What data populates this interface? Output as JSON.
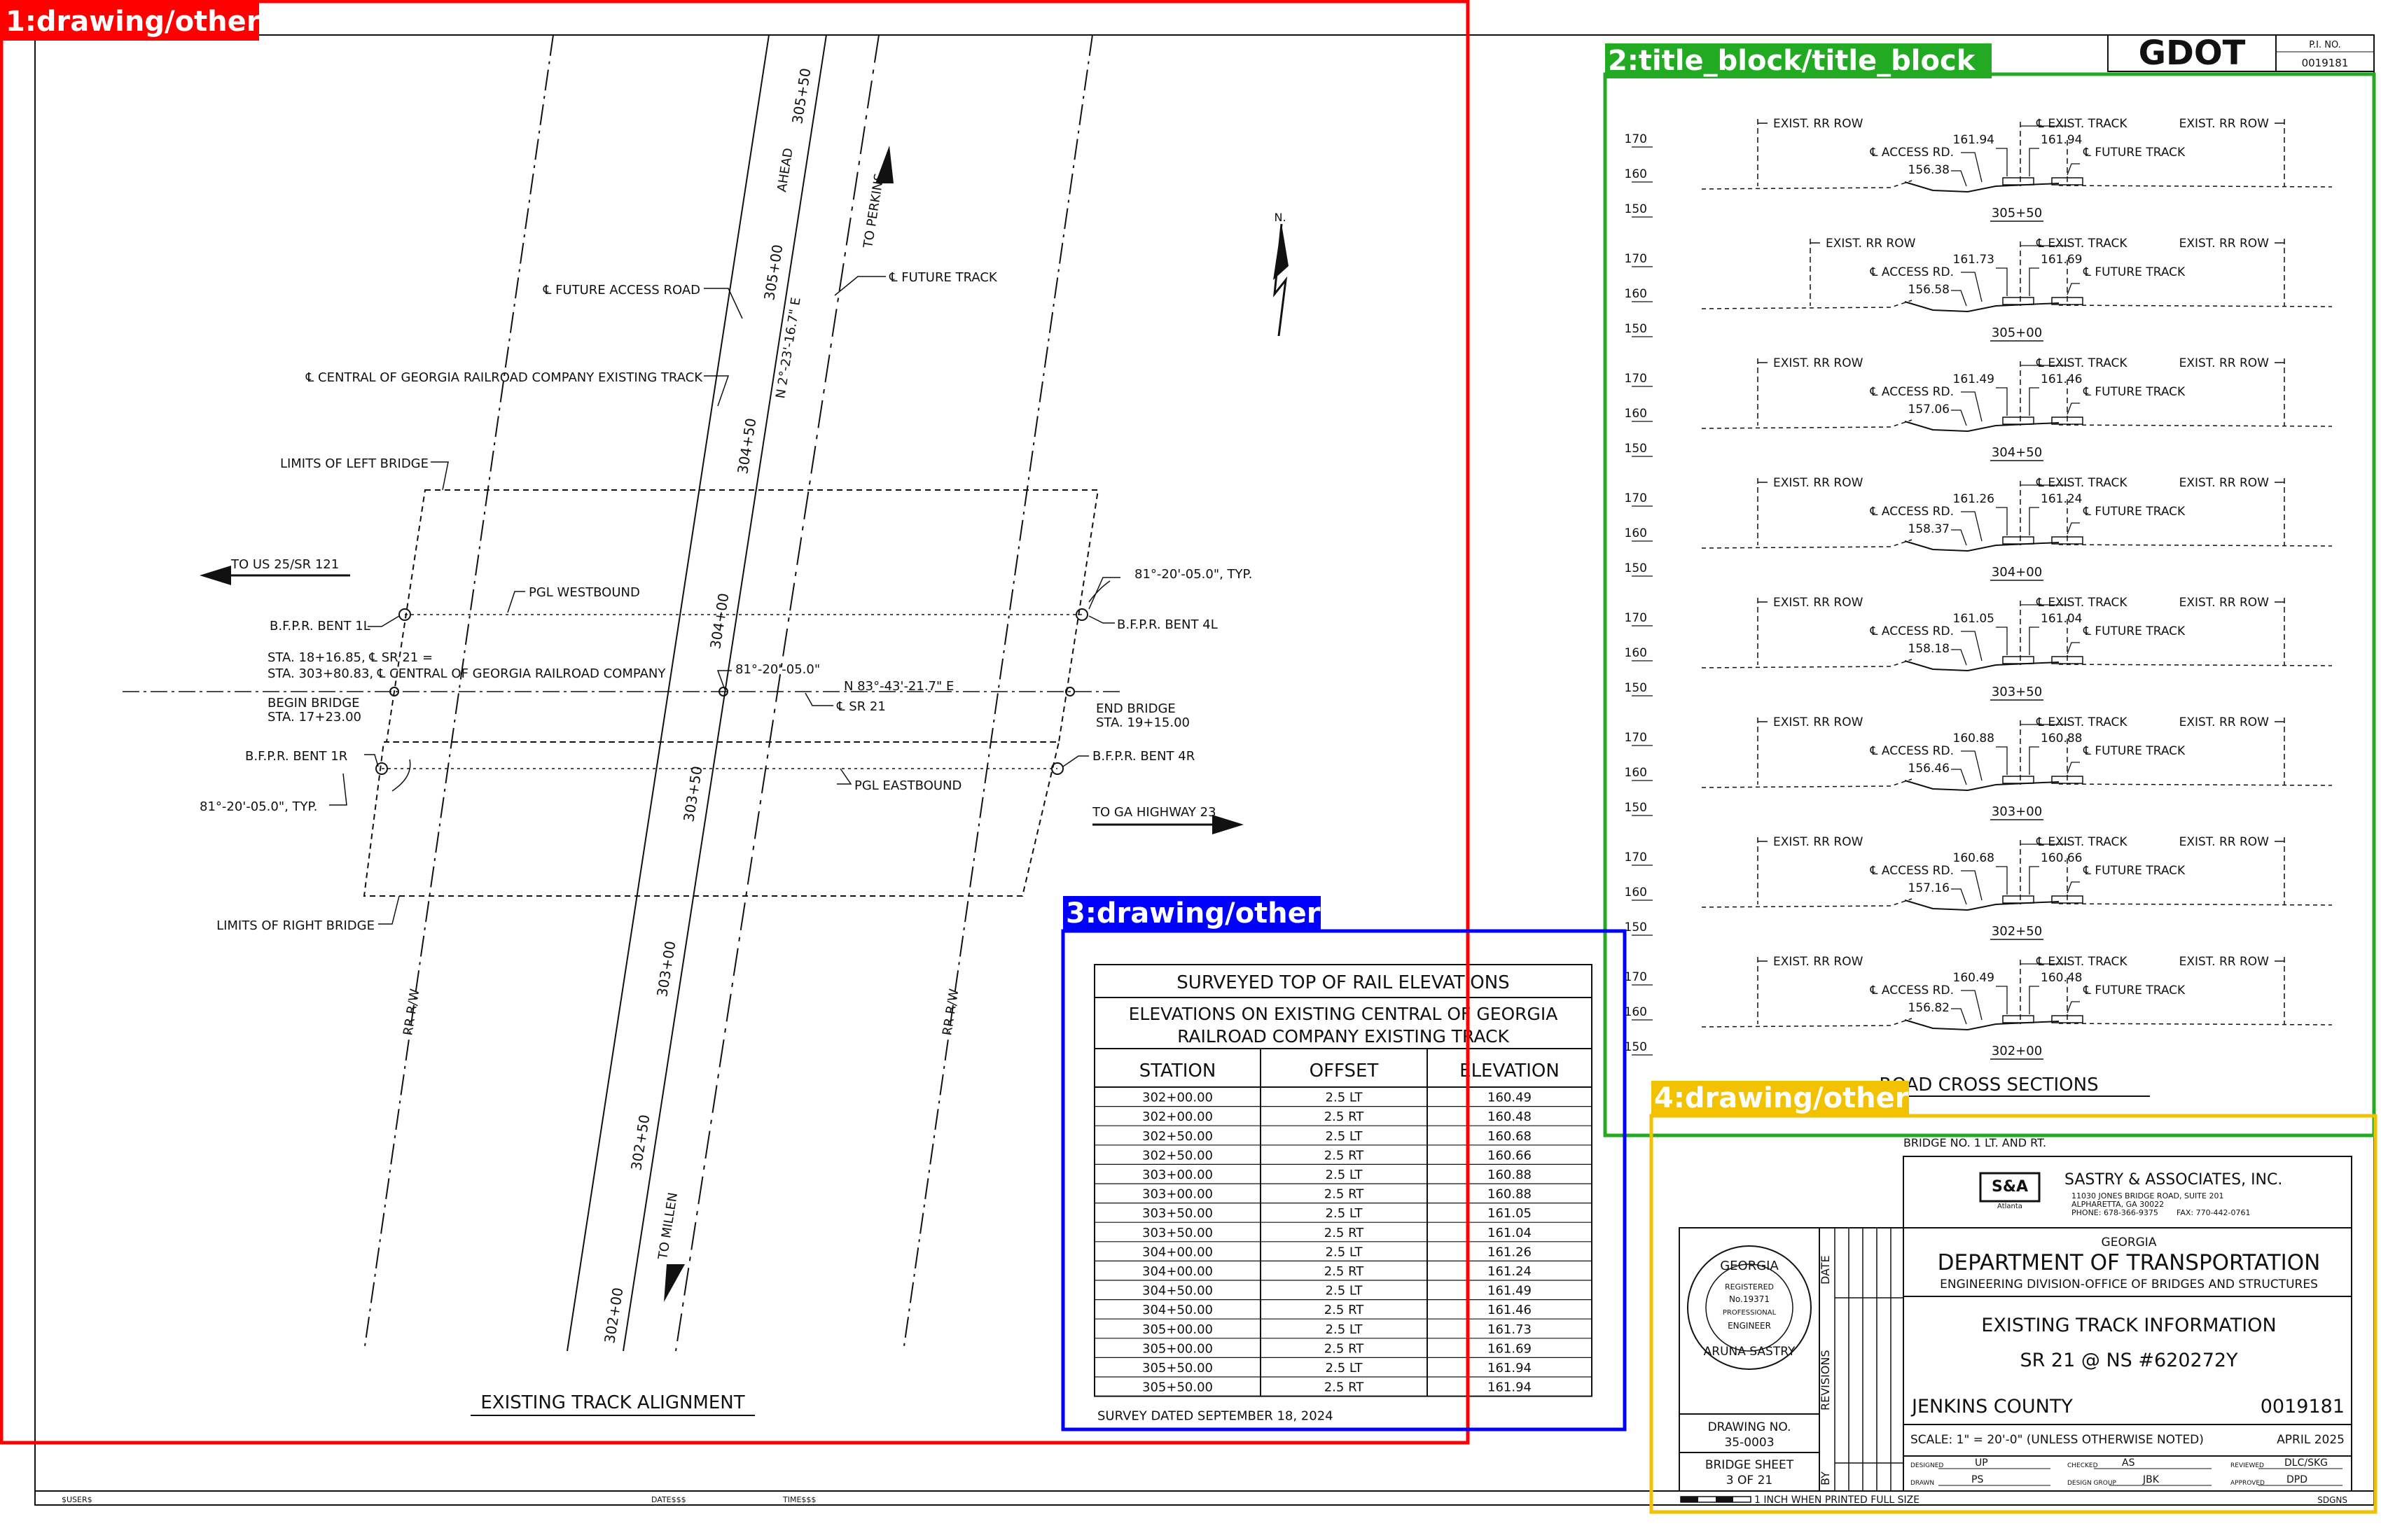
{
  "region_labels": [
    {
      "text": "1:drawing/other",
      "color": "#ff0000"
    },
    {
      "text": "2:title_block/title_block",
      "color": "#22aa22"
    },
    {
      "text": "3:drawing/other",
      "color": "#0000ff"
    },
    {
      "text": "4:drawing/other",
      "color": "#f2c200"
    }
  ],
  "header": {
    "logo": "GDOT",
    "pi_label": "P.I. NO.",
    "pi_number": "0019181"
  },
  "alignment": {
    "title": "EXISTING TRACK ALIGNMENT",
    "north": "N.",
    "labels": {
      "future_access_road": "℄ FUTURE ACCESS ROAD",
      "future_track": "℄ FUTURE TRACK",
      "central_existing_track": "℄ CENTRAL OF GEORGIA RAILROAD COMPANY EXISTING TRACK",
      "limits_left_bridge": "LIMITS OF LEFT BRIDGE",
      "limits_right_bridge": "LIMITS OF RIGHT BRIDGE",
      "to_us25": "TO US 25/SR 121",
      "to_ga23": "TO GA HIGHWAY 23",
      "to_perkins": "TO PERKINS",
      "to_millen": "TO MILLEN",
      "pgl_westbound": "PGL WESTBOUND",
      "pgl_eastbound": "PGL EASTBOUND",
      "bent_1l": "B.F.P.R. BENT 1L",
      "bent_4l": "B.F.P.R. BENT 4L",
      "bent_1r": "B.F.P.R. BENT 1R",
      "bent_4r": "B.F.P.R. BENT 4R",
      "angle_typ_right": "81°-20'-05.0\", TYP.",
      "angle_typ_left": "81°-20'-05.0\", TYP.",
      "angle_center": "81°-20'-05.0\"",
      "sta_eq_1": "STA. 18+16.85, ℄ SR 21 =",
      "sta_eq_2": "STA. 303+80.83, ℄ CENTRAL OF GEORGIA RAILROAD COMPANY",
      "begin_bridge_1": "BEGIN BRIDGE",
      "begin_bridge_2": "STA. 17+23.00",
      "end_bridge_1": "END BRIDGE",
      "end_bridge_2": "STA. 19+15.00",
      "bearing_sr21": "N 83°-43'-21.7\" E",
      "cl_sr21": "℄ SR 21",
      "bearing_track": "N 2°-23'-16.7\" E",
      "ahead": "AHEAD",
      "rr_rw_left": "RR R/W",
      "rr_rw_right": "RR R/W",
      "stations": [
        "305+50",
        "305+00",
        "304+50",
        "304+00",
        "303+50",
        "303+00",
        "302+50",
        "302+00"
      ]
    }
  },
  "cross_sections": {
    "title": "ROAD CROSS SECTIONS",
    "labels": {
      "exist_rr_row": "EXIST. RR ROW",
      "exist_track": "℄ EXIST. TRACK",
      "access_rd": "℄ ACCESS RD.",
      "future_track": "℄ FUTURE TRACK"
    },
    "elev_ticks": [
      "170",
      "160",
      "150"
    ],
    "sections": [
      {
        "station": "305+50",
        "access_elev": "156.38",
        "left_elev": "161.94",
        "right_elev": "161.94"
      },
      {
        "station": "305+00",
        "access_elev": "156.58",
        "left_elev": "161.73",
        "right_elev": "161.69"
      },
      {
        "station": "304+50",
        "access_elev": "157.06",
        "left_elev": "161.49",
        "right_elev": "161.46"
      },
      {
        "station": "304+00",
        "access_elev": "158.37",
        "left_elev": "161.26",
        "right_elev": "161.24"
      },
      {
        "station": "303+50",
        "access_elev": "158.18",
        "left_elev": "161.05",
        "right_elev": "161.04"
      },
      {
        "station": "303+00",
        "access_elev": "156.46",
        "left_elev": "160.88",
        "right_elev": "160.88"
      },
      {
        "station": "302+50",
        "access_elev": "157.16",
        "left_elev": "160.68",
        "right_elev": "160.66"
      },
      {
        "station": "302+00",
        "access_elev": "156.82",
        "left_elev": "160.49",
        "right_elev": "160.48"
      }
    ]
  },
  "elevation_table": {
    "title": "SURVEYED TOP OF RAIL ELEVATIONS",
    "subtitle_1": "ELEVATIONS ON EXISTING CENTRAL OF GEORGIA",
    "subtitle_2": "RAILROAD COMPANY EXISTING TRACK",
    "headers": [
      "STATION",
      "OFFSET",
      "ELEVATION"
    ],
    "rows": [
      [
        "302+00.00",
        "2.5 LT",
        "160.49"
      ],
      [
        "302+00.00",
        "2.5 RT",
        "160.48"
      ],
      [
        "302+50.00",
        "2.5 LT",
        "160.68"
      ],
      [
        "302+50.00",
        "2.5 RT",
        "160.66"
      ],
      [
        "303+00.00",
        "2.5 LT",
        "160.88"
      ],
      [
        "303+00.00",
        "2.5 RT",
        "160.88"
      ],
      [
        "303+50.00",
        "2.5 LT",
        "161.05"
      ],
      [
        "303+50.00",
        "2.5 RT",
        "161.04"
      ],
      [
        "304+00.00",
        "2.5 LT",
        "161.26"
      ],
      [
        "304+00.00",
        "2.5 RT",
        "161.24"
      ],
      [
        "304+50.00",
        "2.5 LT",
        "161.49"
      ],
      [
        "304+50.00",
        "2.5 RT",
        "161.46"
      ],
      [
        "305+00.00",
        "2.5 LT",
        "161.73"
      ],
      [
        "305+00.00",
        "2.5 RT",
        "161.69"
      ],
      [
        "305+50.00",
        "2.5 LT",
        "161.94"
      ],
      [
        "305+50.00",
        "2.5 RT",
        "161.94"
      ]
    ],
    "footer": "SURVEY DATED SEPTEMBER 18, 2024"
  },
  "title_block": {
    "bridge_no": "BRIDGE NO. 1 LT. AND RT.",
    "firm_logo": "S&A",
    "firm_logo_sub": "Atlanta",
    "firm_name": "SASTRY & ASSOCIATES, INC.",
    "firm_address_1": "11030 JONES BRIDGE ROAD, SUITE 201",
    "firm_address_2": "ALPHARETTA, GA 30022",
    "firm_phone": "PHONE: 678-366-9375",
    "firm_fax": "FAX: 770-442-0761",
    "state": "GEORGIA",
    "dept": "DEPARTMENT OF TRANSPORTATION",
    "division": "ENGINEERING DIVISION-OFFICE OF BRIDGES AND STRUCTURES",
    "drawing_title": "EXISTING TRACK INFORMATION",
    "drawing_subtitle": "SR 21 @ NS #620272Y",
    "county": "JENKINS COUNTY",
    "project_no": "0019181",
    "scale": "SCALE: 1\" = 20'-0\" (UNLESS OTHERWISE NOTED)",
    "date": "APRIL 2025",
    "seal_top": "GEORGIA",
    "seal_registered": "REGISTERED",
    "seal_number": "No.19371",
    "seal_professional": "PROFESSIONAL",
    "seal_engineer": "ENGINEER",
    "seal_name": "ARUNA SASTRY",
    "date_col": "DATE",
    "revisions_col": "REVISIONS",
    "by_col": "BY",
    "drawing_no_label": "DRAWING NO.",
    "drawing_no": "35-0003",
    "bridge_sheet_label": "BRIDGE SHEET",
    "bridge_sheet": "3 OF 21",
    "designed_label": "DESIGNED",
    "designed": "UP",
    "checked_label": "CHECKED",
    "checked": "AS",
    "reviewed_label": "REVIEWED",
    "reviewed": "DLC/SKG",
    "drawn_label": "DRAWN",
    "drawn": "PS",
    "design_group_label": "DESIGN GROUP",
    "design_group": "JBK",
    "approved_label": "APPROVED",
    "approved": "DPD",
    "scale_bar_note": "1 INCH WHEN PRINTED FULL SIZE",
    "sdgns": "SDGNS"
  },
  "footer": {
    "user": "$USER$",
    "date": "DATE$$$",
    "time": "TIME$$$"
  }
}
